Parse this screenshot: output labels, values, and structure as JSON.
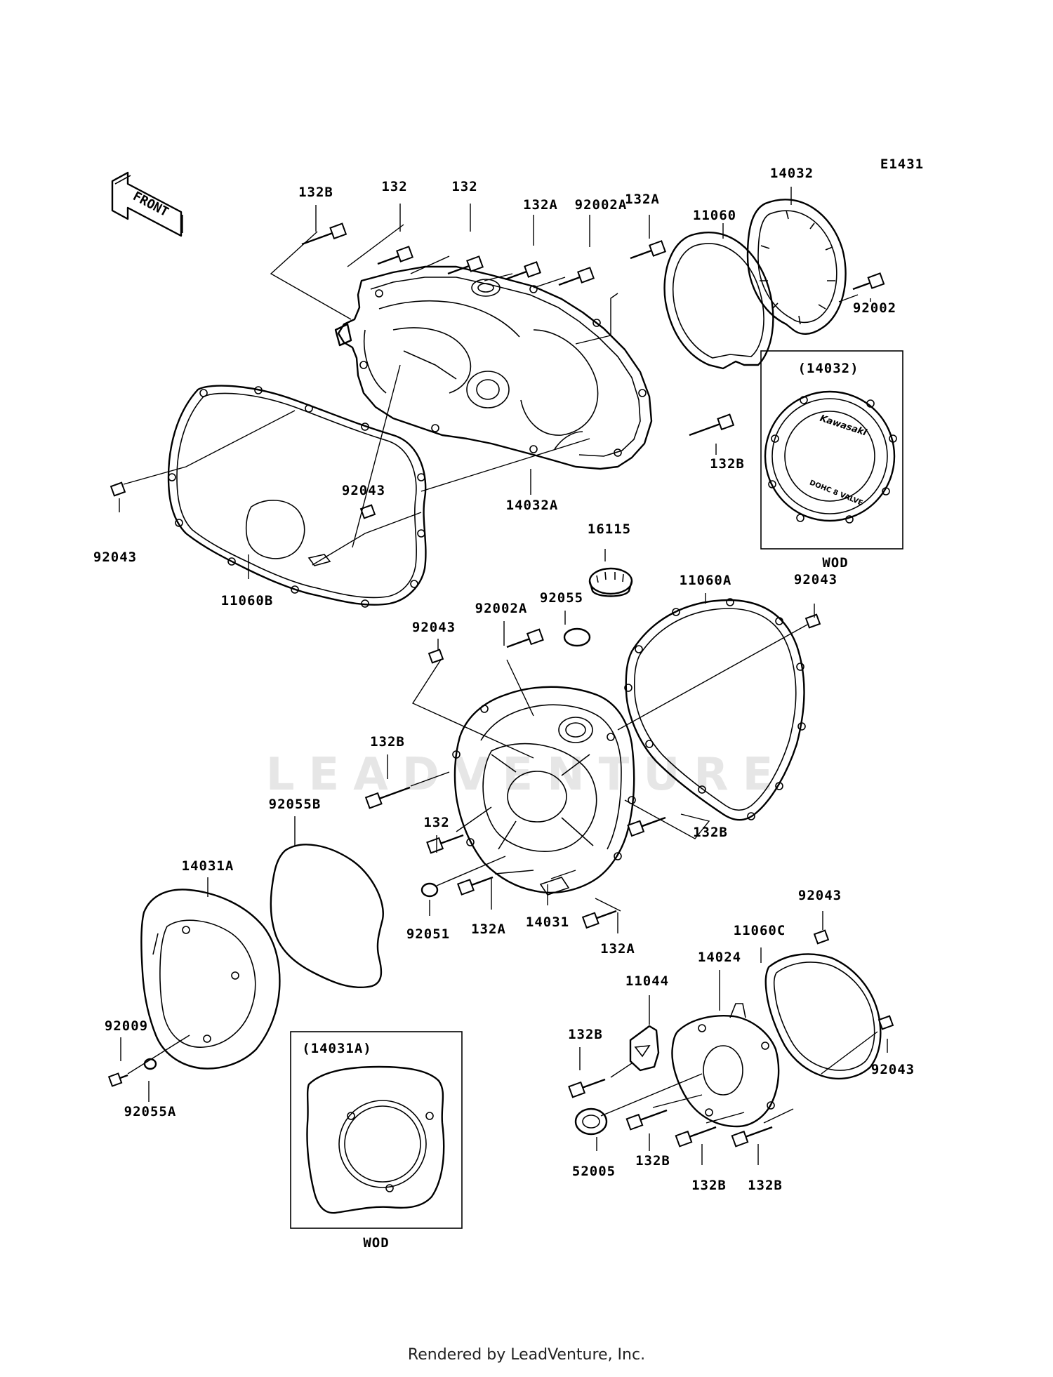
{
  "diagram": {
    "code": "E1431",
    "watermark": "LEADVENTURE",
    "front_label": "FRONT",
    "inset_top": {
      "ref": "(14032)",
      "caption": "WOD",
      "badge_line1": "Kawasaki",
      "badge_line2": "DOHC 8 VALVE"
    },
    "inset_bottom": {
      "ref": "(14031A)",
      "caption": "WOD"
    },
    "labels": [
      {
        "id": "l01",
        "text": "132B"
      },
      {
        "id": "l02",
        "text": "132"
      },
      {
        "id": "l03",
        "text": "132"
      },
      {
        "id": "l04",
        "text": "132A"
      },
      {
        "id": "l05",
        "text": "92002A"
      },
      {
        "id": "l06",
        "text": "132A"
      },
      {
        "id": "l07",
        "text": "11060"
      },
      {
        "id": "l08",
        "text": "14032"
      },
      {
        "id": "l09",
        "text": "92002"
      },
      {
        "id": "l10",
        "text": "132B"
      },
      {
        "id": "l11",
        "text": "92043"
      },
      {
        "id": "l12",
        "text": "92043"
      },
      {
        "id": "l13",
        "text": "14032A"
      },
      {
        "id": "l14",
        "text": "11060B"
      },
      {
        "id": "l15",
        "text": "16115"
      },
      {
        "id": "l16",
        "text": "11060A"
      },
      {
        "id": "l17",
        "text": "92055"
      },
      {
        "id": "l18",
        "text": "92043"
      },
      {
        "id": "l19",
        "text": "92002A"
      },
      {
        "id": "l20",
        "text": "92043"
      },
      {
        "id": "l21",
        "text": "132B"
      },
      {
        "id": "l22",
        "text": "92055B"
      },
      {
        "id": "l23",
        "text": "132"
      },
      {
        "id": "l24",
        "text": "132B"
      },
      {
        "id": "l25",
        "text": "14031A"
      },
      {
        "id": "l26",
        "text": "92051"
      },
      {
        "id": "l27",
        "text": "132A"
      },
      {
        "id": "l28",
        "text": "14031"
      },
      {
        "id": "l29",
        "text": "132A"
      },
      {
        "id": "l30",
        "text": "92043"
      },
      {
        "id": "l31",
        "text": "11060C"
      },
      {
        "id": "l32",
        "text": "14024"
      },
      {
        "id": "l33",
        "text": "11044"
      },
      {
        "id": "l34",
        "text": "92009"
      },
      {
        "id": "l35",
        "text": "132B"
      },
      {
        "id": "l36",
        "text": "92043"
      },
      {
        "id": "l37",
        "text": "92055A"
      },
      {
        "id": "l38",
        "text": "52005"
      },
      {
        "id": "l39",
        "text": "132B"
      },
      {
        "id": "l40",
        "text": "132B"
      },
      {
        "id": "l41",
        "text": "132B"
      }
    ]
  },
  "footer": {
    "text": "Rendered by LeadVenture, Inc."
  }
}
